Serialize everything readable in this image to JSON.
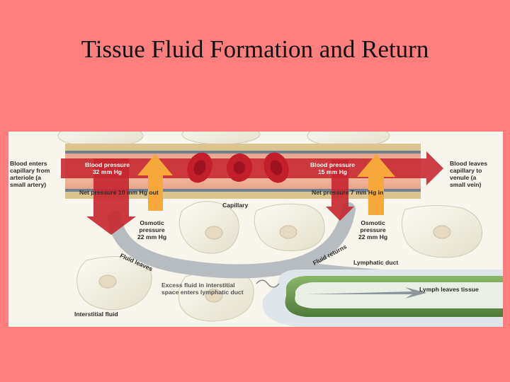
{
  "slide": {
    "title": "Tissue Fluid Formation and Return"
  },
  "diagram": {
    "labels": {
      "blood_enters": [
        "Blood enters",
        "capillary from",
        "arteriole (a",
        "small artery)"
      ],
      "blood_leaves": [
        "Blood leaves",
        "capillary to",
        "venule (a",
        "small vein)"
      ],
      "bp_arterial": [
        "Blood pressure",
        "32 mm Hg"
      ],
      "bp_venous": [
        "Blood pressure",
        "15 mm Hg"
      ],
      "net_out": "Net pressure 10 mm Hg out",
      "net_in": "Net pressure 7 mm Hg in",
      "capillary": "Capillary",
      "osmotic_left": [
        "Osmotic",
        "pressure",
        "22 mm Hg"
      ],
      "osmotic_right": [
        "Osmotic",
        "pressure",
        "22 mm Hg"
      ],
      "fluid_leaves": "Fluid leaves",
      "fluid_returns": "Fluid returns",
      "lymphatic_duct": "Lymphatic duct",
      "excess_fluid": [
        "Excess fluid in interstitial",
        "space enters lymphatic duct"
      ],
      "lymph_leaves": "Lymph leaves tissue",
      "interstitial_fluid": "Interstitial fluid"
    },
    "colors": {
      "slide_background": "#fe7e7e",
      "blood_arrow": "#c6262d",
      "osmotic_arrow": "#f6a83a",
      "fluid_path": "#b7bcc1",
      "lymph_duct": "#6f9a52",
      "tissue_cell": "#f3f0e2"
    }
  }
}
